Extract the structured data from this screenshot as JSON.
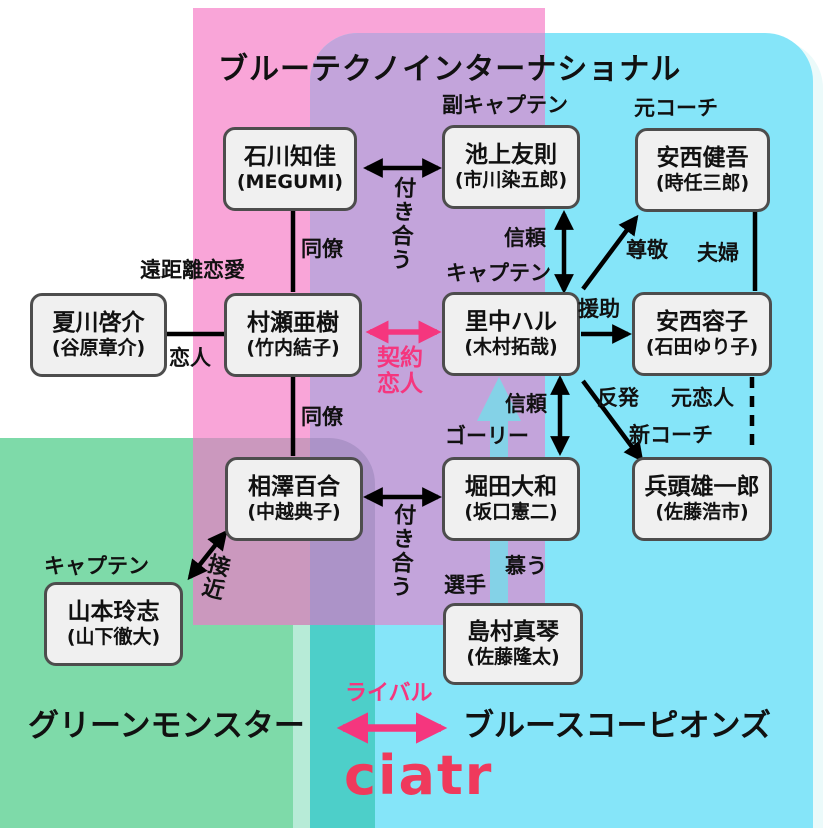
{
  "title": "ブルーテクノインターナショナル",
  "logo": "ciatr",
  "teams": {
    "green": "グリーンモンスター",
    "blue": "ブルースコーピオンズ",
    "rivalry": "ライバル"
  },
  "people": [
    {
      "name": "石川知佳",
      "actor": "(MEGUMI)",
      "role": ""
    },
    {
      "name": "池上友則",
      "actor": "(市川染五郎)",
      "role": "副キャプテン"
    },
    {
      "name": "安西健吾",
      "actor": "(時任三郎)",
      "role": "元コーチ"
    },
    {
      "name": "夏川啓介",
      "actor": "(谷原章介)",
      "role": ""
    },
    {
      "name": "村瀬亜樹",
      "actor": "(竹内結子)",
      "role": ""
    },
    {
      "name": "里中ハル",
      "actor": "(木村拓哉)",
      "role": "キャプテン"
    },
    {
      "name": "安西容子",
      "actor": "(石田ゆり子)",
      "role": ""
    },
    {
      "name": "相澤百合",
      "actor": "(中越典子)",
      "role": ""
    },
    {
      "name": "堀田大和",
      "actor": "(坂口憲二)",
      "role": "ゴーリー"
    },
    {
      "name": "兵頭雄一郎",
      "actor": "(佐藤浩市)",
      "role": "新コーチ"
    },
    {
      "name": "山本玲志",
      "actor": "(山下徹大)",
      "role": "キャプテン"
    },
    {
      "name": "島村真琴",
      "actor": "(佐藤隆太)",
      "role": "選手"
    }
  ],
  "relations": {
    "dating_top": "付き合う",
    "colleague_top": "同僚",
    "colleague_bottom": "同僚",
    "long_distance": "遠距離恋愛",
    "lovers": "恋人",
    "contract_lovers_1": "契約",
    "contract_lovers_2": "恋人",
    "trust_top": "信頼",
    "respect": "尊敬",
    "married": "夫婦",
    "support": "援助",
    "trust_bottom": "信頼",
    "opposition": "反発",
    "ex_lovers": "元恋人",
    "dating_bottom": "付き合う",
    "approach": "接近",
    "adore": "慕う"
  }
}
